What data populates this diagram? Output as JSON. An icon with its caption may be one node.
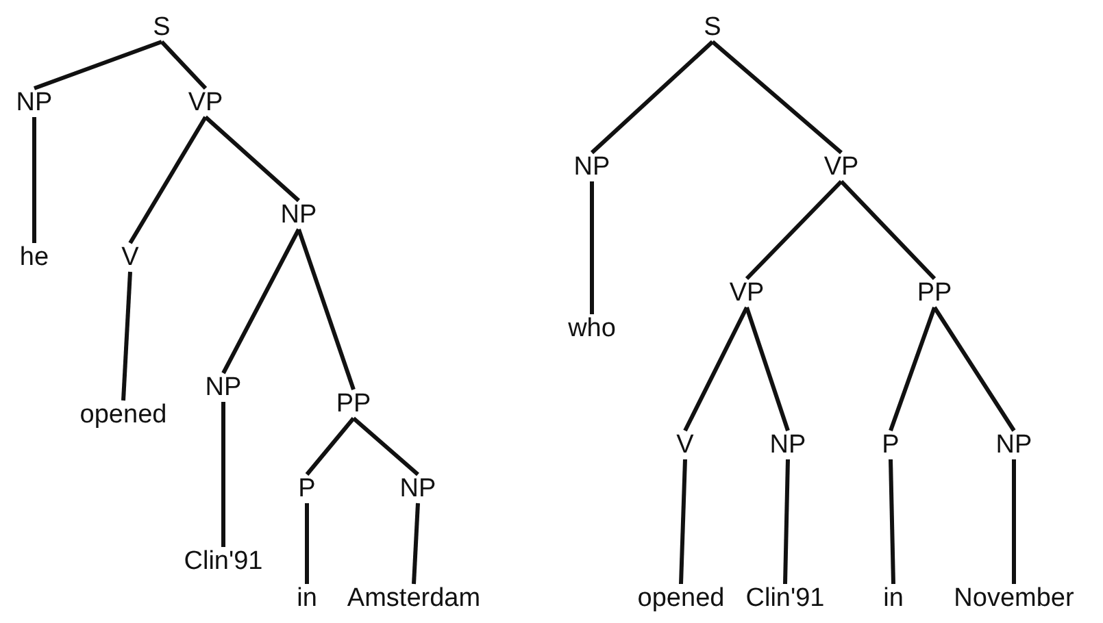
{
  "diagram": {
    "nodes": [
      {
        "text": [
          "S"
        ]
      },
      {
        "text": [
          "NP"
        ]
      },
      {
        "text": [
          "VP"
        ]
      },
      {
        "text": [
          "he"
        ]
      },
      {
        "text": [
          "V"
        ]
      },
      {
        "text": [
          "NP"
        ]
      },
      {
        "text": [
          "opened"
        ]
      },
      {
        "text": [
          "NP"
        ]
      },
      {
        "text": [
          "PP"
        ]
      },
      {
        "text": [
          "Clin'91"
        ]
      },
      {
        "text": [
          "P"
        ]
      },
      {
        "text": [
          "NP"
        ]
      },
      {
        "text": [
          "in"
        ]
      },
      {
        "text": [
          "Amsterdam"
        ]
      },
      {
        "text": [
          "S"
        ]
      },
      {
        "text": [
          "NP"
        ]
      },
      {
        "text": [
          "VP"
        ]
      },
      {
        "text": [
          "who"
        ]
      },
      {
        "text": [
          "VP"
        ]
      },
      {
        "text": [
          "PP"
        ]
      },
      {
        "text": [
          "V"
        ]
      },
      {
        "text": [
          "NP"
        ]
      },
      {
        "text": [
          "P"
        ]
      },
      {
        "text": [
          "NP"
        ]
      },
      {
        "text": [
          "opened"
        ]
      },
      {
        "text": [
          "Clin'91"
        ]
      },
      {
        "text": [
          "in"
        ]
      },
      {
        "text": [
          "November"
        ]
      }
    ],
    "edges": [
      {
        "from": 0,
        "to": 1,
        "arrow": "none"
      },
      {
        "from": 0,
        "to": 2,
        "arrow": "none"
      },
      {
        "from": 1,
        "to": 3,
        "arrow": "none"
      },
      {
        "from": 2,
        "to": 4,
        "arrow": "none"
      },
      {
        "from": 2,
        "to": 5,
        "arrow": "none"
      },
      {
        "from": 4,
        "to": 6,
        "arrow": "none"
      },
      {
        "from": 5,
        "to": 7,
        "arrow": "none"
      },
      {
        "from": 5,
        "to": 8,
        "arrow": "none"
      },
      {
        "from": 7,
        "to": 9,
        "arrow": "none"
      },
      {
        "from": 8,
        "to": 10,
        "arrow": "none"
      },
      {
        "from": 8,
        "to": 11,
        "arrow": "none"
      },
      {
        "from": 10,
        "to": 12,
        "arrow": "none"
      },
      {
        "from": 11,
        "to": 13,
        "arrow": "none"
      },
      {
        "from": 14,
        "to": 15,
        "arrow": "none"
      },
      {
        "from": 14,
        "to": 16,
        "arrow": "none"
      },
      {
        "from": 15,
        "to": 17,
        "arrow": "none"
      },
      {
        "from": 16,
        "to": 18,
        "arrow": "none"
      },
      {
        "from": 16,
        "to": 19,
        "arrow": "none"
      },
      {
        "from": 18,
        "to": 20,
        "arrow": "none"
      },
      {
        "from": 18,
        "to": 21,
        "arrow": "none"
      },
      {
        "from": 19,
        "to": 22,
        "arrow": "none"
      },
      {
        "from": 19,
        "to": 23,
        "arrow": "none"
      },
      {
        "from": 20,
        "to": 24,
        "arrow": "none"
      },
      {
        "from": 21,
        "to": 25,
        "arrow": "none"
      },
      {
        "from": 22,
        "to": 26,
        "arrow": "none"
      },
      {
        "from": 23,
        "to": 27,
        "arrow": "none"
      }
    ]
  }
}
